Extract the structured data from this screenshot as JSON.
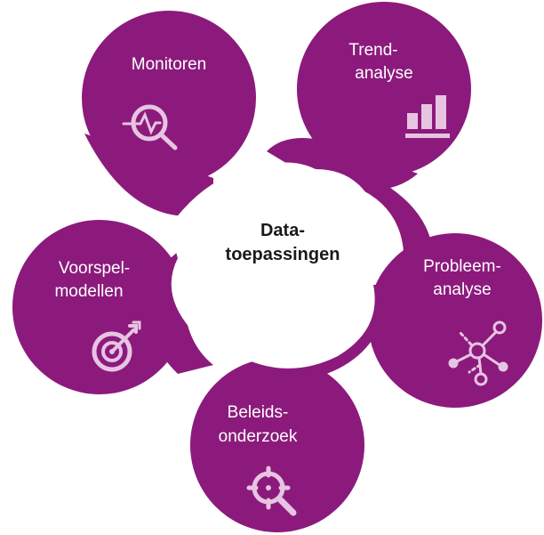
{
  "center": {
    "title_line1": "Data-",
    "title_line2": "toepassingen"
  },
  "colors": {
    "petal": "#8c1a7c",
    "icon": "#e7c4e2",
    "background": "#ffffff"
  },
  "petals": [
    {
      "line1": "Monitoren",
      "line2": "",
      "icon": "magnifier-pulse-icon"
    },
    {
      "line1": "Trend-",
      "line2": "analyse",
      "icon": "bar-chart-icon"
    },
    {
      "line1": "Probleem-",
      "line2": "analyse",
      "icon": "network-nodes-icon"
    },
    {
      "line1": "Beleids-",
      "line2": "onderzoek",
      "icon": "crosshair-magnifier-icon"
    },
    {
      "line1": "Voorspel-",
      "line2": "modellen",
      "icon": "target-arrow-icon"
    }
  ]
}
